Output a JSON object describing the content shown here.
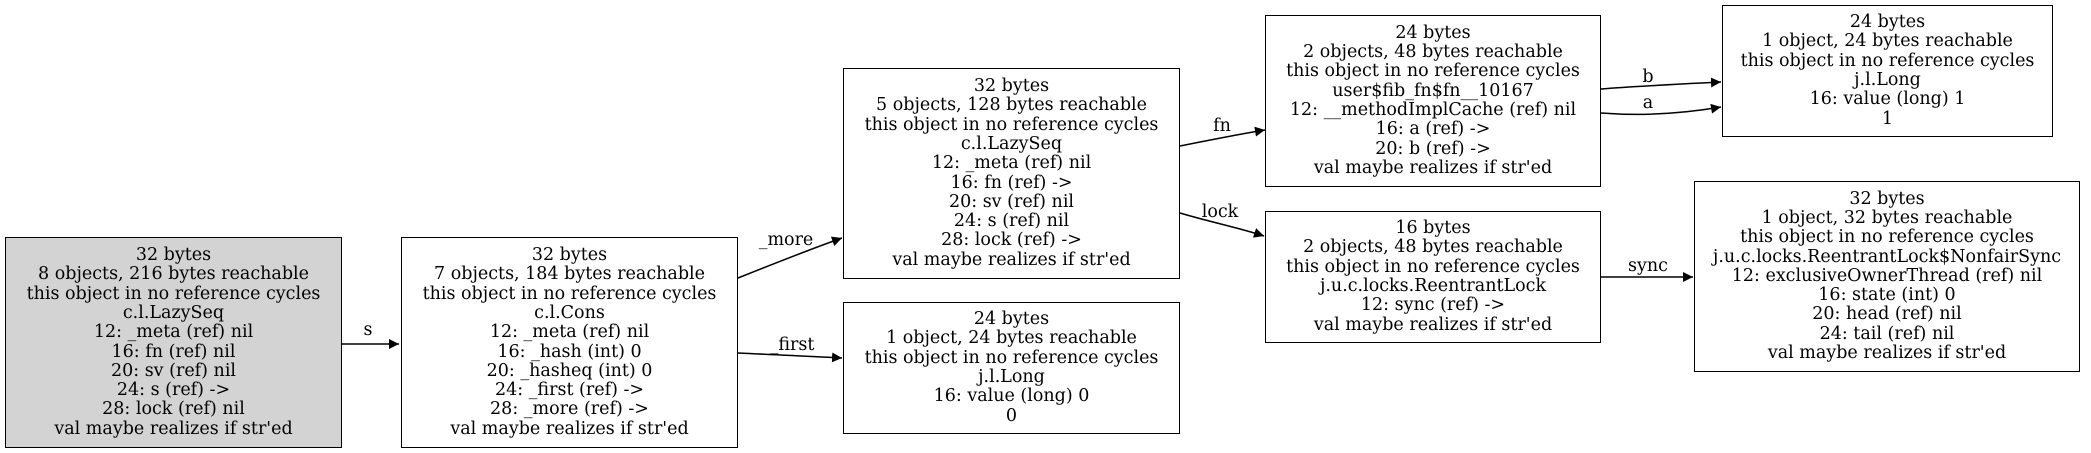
{
  "nodes": [
    {
      "id": "n1",
      "highlight": true,
      "lines": [
        "32 bytes",
        "8 objects, 216 bytes reachable",
        "this object in no reference cycles",
        "c.l.LazySeq",
        "12: _meta (ref) nil",
        "16: fn (ref) nil",
        "20: sv (ref) nil",
        "24: s (ref) ->",
        "28: lock (ref) nil",
        "val maybe realizes if str'ed"
      ]
    },
    {
      "id": "n2",
      "lines": [
        "32 bytes",
        "7 objects, 184 bytes reachable",
        "this object in no reference cycles",
        "c.l.Cons",
        "12: _meta (ref) nil",
        "16: _hash (int) 0",
        "20: _hasheq (int) 0",
        "24: _first (ref) ->",
        "28: _more (ref) ->",
        "val maybe realizes if str'ed"
      ]
    },
    {
      "id": "n3",
      "lines": [
        "32 bytes",
        "5 objects, 128 bytes reachable",
        "this object in no reference cycles",
        "c.l.LazySeq",
        "12: _meta (ref) nil",
        "16: fn (ref) ->",
        "20: sv (ref) nil",
        "24: s (ref) nil",
        "28: lock (ref) ->",
        "val maybe realizes if str'ed"
      ]
    },
    {
      "id": "n4",
      "lines": [
        "24 bytes",
        "1 object, 24 bytes reachable",
        "this object in no reference cycles",
        "j.l.Long",
        "16: value (long) 0",
        "0"
      ]
    },
    {
      "id": "n5",
      "lines": [
        "24 bytes",
        "2 objects, 48 bytes reachable",
        "this object in no reference cycles",
        "user$fib_fn$fn__10167",
        "12: __methodImplCache (ref) nil",
        "16: a (ref) ->",
        "20: b (ref) ->",
        "val maybe realizes if str'ed"
      ]
    },
    {
      "id": "n6",
      "lines": [
        "16 bytes",
        "2 objects, 48 bytes reachable",
        "this object in no reference cycles",
        "j.u.c.locks.ReentrantLock",
        "12: sync (ref) ->",
        "val maybe realizes if str'ed"
      ]
    },
    {
      "id": "n7",
      "lines": [
        "24 bytes",
        "1 object, 24 bytes reachable",
        "this object in no reference cycles",
        "j.l.Long",
        "16: value (long) 1",
        "1"
      ]
    },
    {
      "id": "n8",
      "lines": [
        "32 bytes",
        "1 object, 32 bytes reachable",
        "this object in no reference cycles",
        "j.u.c.locks.ReentrantLock$NonfairSync",
        "12: exclusiveOwnerThread (ref) nil",
        "16: state (int) 0",
        "20: head (ref) nil",
        "24: tail (ref) nil",
        "val maybe realizes if str'ed"
      ]
    }
  ],
  "edges": [
    {
      "from": "n1",
      "to": "n2",
      "label": "s"
    },
    {
      "from": "n2",
      "to": "n3",
      "label": "_more"
    },
    {
      "from": "n2",
      "to": "n4",
      "label": "_first"
    },
    {
      "from": "n3",
      "to": "n5",
      "label": "fn"
    },
    {
      "from": "n3",
      "to": "n6",
      "label": "lock"
    },
    {
      "from": "n5",
      "to": "n7",
      "label": "b"
    },
    {
      "from": "n5",
      "to": "n7",
      "label": "a"
    },
    {
      "from": "n6",
      "to": "n8",
      "label": "sync"
    }
  ],
  "colors": {
    "highlight_fill": "#d3d3d3",
    "node_fill": "#ffffff",
    "stroke": "#000000"
  }
}
